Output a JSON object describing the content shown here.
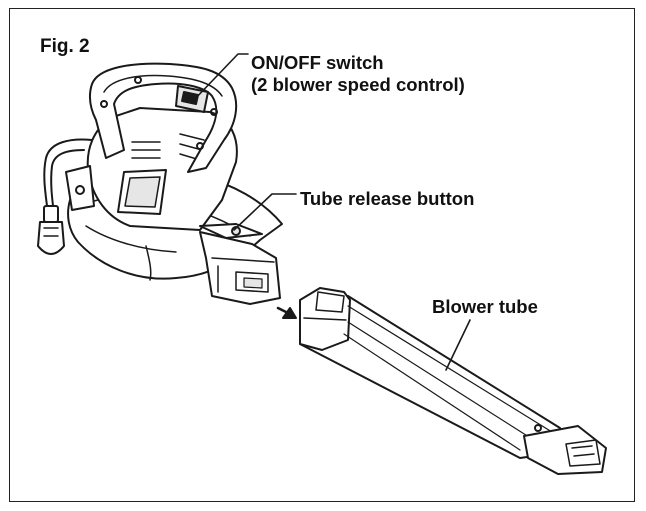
{
  "figure": {
    "label": "Fig. 2"
  },
  "callouts": {
    "switch_title": "ON/OFF switch",
    "switch_subtitle": "(2 blower speed control)",
    "release_button": "Tube release button",
    "blower_tube": "Blower tube"
  },
  "colors": {
    "line": "#1a1a1a",
    "fill": "#ffffff",
    "shade": "#e6e6e6"
  }
}
